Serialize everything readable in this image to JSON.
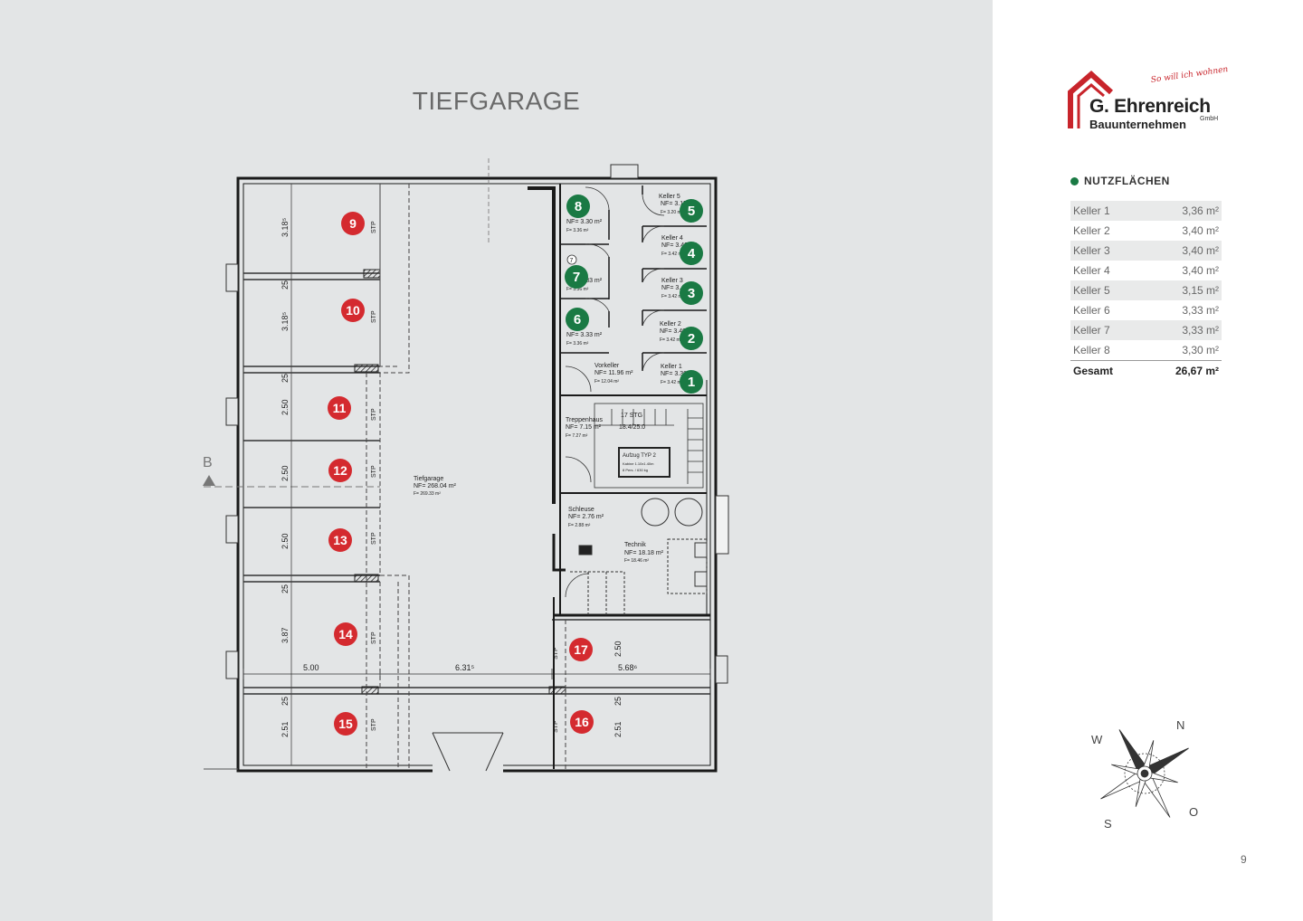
{
  "plan": {
    "title": "TIEFGARAGE",
    "section_marker": "B",
    "rooms": {
      "keller": [
        {
          "name": "Keller 5",
          "nf": "NF= 3.15 m²",
          "f": "F= 3.20 m²"
        },
        {
          "name": "Keller 4",
          "nf": "NF= 3.40 m²",
          "f": "F= 3.42 m²"
        },
        {
          "name": "Keller 3",
          "nf": "NF= 3.40 m²",
          "f": "F= 3.42 m²"
        },
        {
          "name": "Keller 2",
          "nf": "NF= 3.40 m²",
          "f": "F= 3.42 m²"
        },
        {
          "name": "Keller 1",
          "nf": "NF= 3.36 m²",
          "f": "F= 3.42 m²"
        }
      ],
      "keller_left": [
        {
          "nf": "NF= 3.30 m²",
          "f": "F= 3.36 m²"
        },
        {
          "nf": "NF= 3.33 m²",
          "f": "F= 3.36 m²"
        },
        {
          "nf": "NF= 3.33 m²",
          "f": "F= 3.36 m²"
        }
      ],
      "vorkeller": {
        "name": "Vorkeller",
        "nf": "NF= 11.96 m²",
        "f": "F= 12.04 m²"
      },
      "treppenhaus": {
        "name": "Treppenhaus",
        "nf": "NF= 7.15 m²",
        "f": "F= 7.27 m²"
      },
      "treppe": {
        "a": "17 STG",
        "b": "18.4/25.0"
      },
      "aufzug": {
        "name": "Aufzug TYP 2",
        "l1": "Kabine 1.10x1.40m",
        "l2": "8 Pers. / 630 kg"
      },
      "schleuse": {
        "name": "Schleuse",
        "nf": "NF= 2.76 m²",
        "f": "F= 2.88 m²"
      },
      "technik": {
        "name": "Technik",
        "nf": "NF= 18.18 m²",
        "f": "F= 18.46 m²"
      },
      "tiefgarage": {
        "name": "Tiefgarage",
        "nf": "NF= 268.04 m²",
        "f": "F= 269.33 m²"
      }
    },
    "stp_label": "STP",
    "dimensions": {
      "d318a": "3.18⁵",
      "d25a": "25",
      "d318b": "3.18⁵",
      "d25b": "25",
      "d250a": "2.50",
      "d250b": "2.50",
      "d250c": "2.50",
      "d25c": "25",
      "d387": "3.87",
      "d25d": "25",
      "d251a": "2.51",
      "d250d": "2.50",
      "d25e": "25",
      "d251b": "2.51",
      "w500": "5.00",
      "w631": "6.31⁵",
      "w568": "5.68⁶"
    },
    "green_markers": [
      "8",
      "7",
      "6",
      "5",
      "4",
      "3",
      "2",
      "1"
    ],
    "red_markers": [
      "9",
      "10",
      "11",
      "12",
      "13",
      "14",
      "15",
      "16",
      "17"
    ],
    "small_circle": "7"
  },
  "logo": {
    "name": "G. Ehrenreich",
    "sub": "Bauunternehmen",
    "gmbh": "GmbH",
    "slogan": "So will ich wohnen",
    "red": "#c8242b"
  },
  "nutzflaechen": {
    "title": "NUTZFLÄCHEN",
    "accent": "#1a7a44",
    "rows": [
      {
        "label": "Keller 1",
        "value": "3,36 m²"
      },
      {
        "label": "Keller 2",
        "value": "3,40 m²"
      },
      {
        "label": "Keller 3",
        "value": "3,40 m²"
      },
      {
        "label": "Keller 4",
        "value": "3,40 m²"
      },
      {
        "label": "Keller 5",
        "value": "3,15 m²"
      },
      {
        "label": "Keller 6",
        "value": "3,33 m²"
      },
      {
        "label": "Keller 7",
        "value": "3,33 m²"
      },
      {
        "label": "Keller 8",
        "value": "3,30 m²"
      }
    ],
    "total": {
      "label": "Gesamt",
      "value": "26,67 m²"
    }
  },
  "compass": {
    "n": "N",
    "w": "W",
    "s": "S",
    "o": "O"
  },
  "page_number": "9"
}
